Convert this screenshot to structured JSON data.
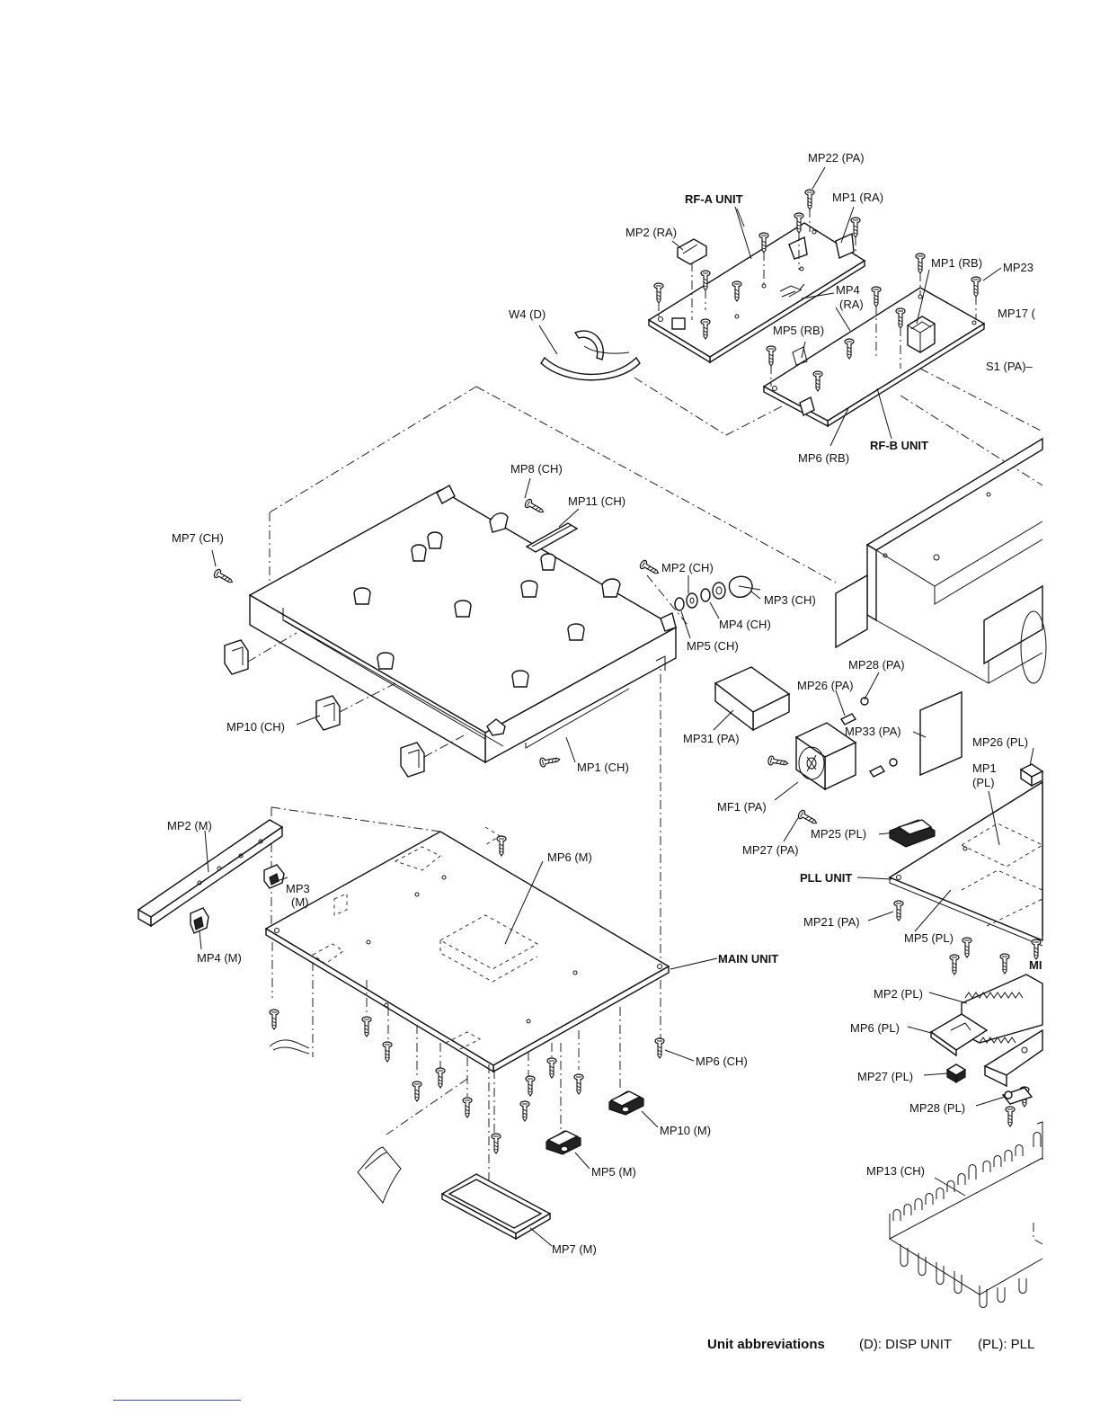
{
  "labels": {
    "mp22_pa": "MP22 (PA)",
    "rf_a_unit": "RF-A UNIT",
    "mp1_ra": "MP1 (RA)",
    "mp2_ra": "MP2 (RA)",
    "mp1_rb": "MP1 (RB)",
    "mp23": "MP23",
    "mp4_ra_1": "MP4",
    "mp4_ra_2": "(RA)",
    "mp17": "MP17 (",
    "w4_d": "W4 (D)",
    "mp5_rb": "MP5 (RB)",
    "s1_pa": "S1 (PA)–",
    "mp6_rb": "MP6 (RB)",
    "rf_b_unit": "RF-B UNIT",
    "mp8_ch": "MP8 (CH)",
    "mp11_ch": "MP11 (CH)",
    "mp7_ch": "MP7 (CH)",
    "mp2_ch": "MP2 (CH)",
    "mp3_ch": "MP3 (CH)",
    "mp4_ch": "MP4 (CH)",
    "mp5_ch": "MP5 (CH)",
    "mp28_pa": "MP28 (PA)",
    "mp26_pa": "MP26 (PA)",
    "mp10_ch": "MP10 (CH)",
    "mp31_pa": "MP31 (PA)",
    "mp33_pa": "MP33 (PA)",
    "mp26_pl": "MP26 (PL)",
    "mp1_pl_1": "MP1",
    "mp1_pl_2": "(PL)",
    "mp1_ch": "MP1 (CH)",
    "mf1_pa": "MF1 (PA)",
    "mp2_m": "MP2 (M)",
    "mp6_m": "MP6 (M)",
    "mp25_pl": "MP25 (PL)",
    "mp27_pa": "MP27 (PA)",
    "pll_unit": "PLL UNIT",
    "mp3_m_1": "MP3",
    "mp3_m_2": "(M)",
    "mp21_pa": "MP21 (PA)",
    "mp5_pl": "MP5 (PL)",
    "mp4_m": "MP4 (M)",
    "main_unit": "MAIN UNIT",
    "mp_cut": "MI",
    "mp2_pl": "MP2 (PL)",
    "mp6_pl": "MP6 (PL)",
    "mp6_ch": "MP6 (CH)",
    "mp27_pl": "MP27 (PL)",
    "mp28_pl": "MP28 (PL)",
    "mp10_m": "MP10 (M)",
    "mp5_m": "MP5 (M)",
    "mp13_ch": "MP13 (CH)",
    "mp7_m": "MP7 (M)"
  },
  "footer": {
    "title": "Unit abbreviations",
    "item1": "(D): DISP UNIT",
    "item2": "(PL): PLL"
  },
  "colors": {
    "ink": "#111111",
    "paper": "#ffffff",
    "footer_rule": "#3b50c8"
  }
}
